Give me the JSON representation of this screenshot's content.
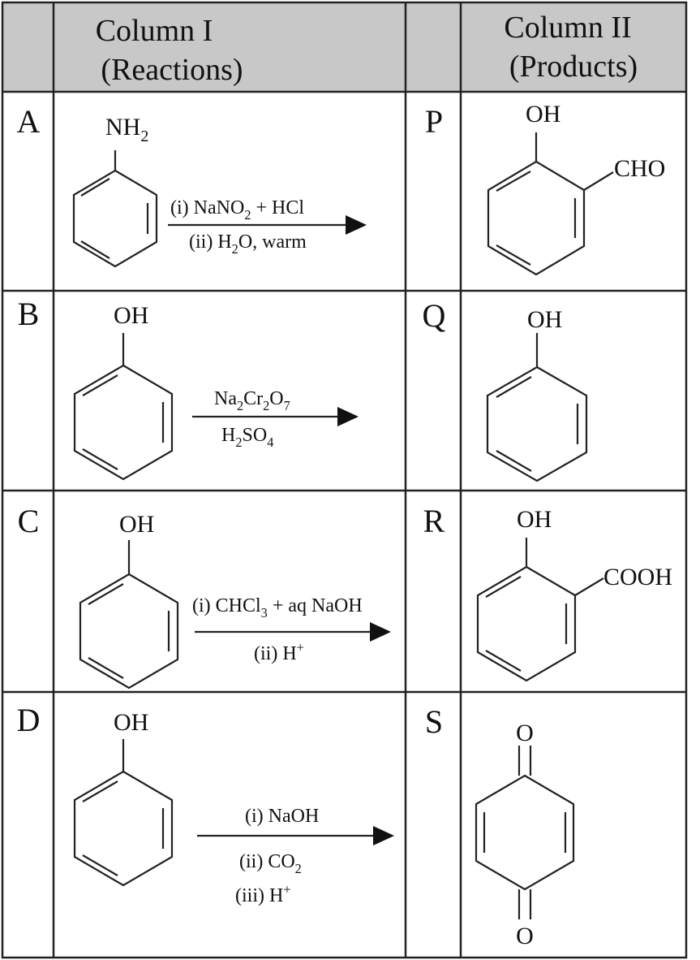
{
  "header": {
    "col1_line1": "Column I",
    "col1_line2": "(Reactions)",
    "col2_line1": "Column II",
    "col2_line2": "(Products)"
  },
  "colors": {
    "header_bg": "#c8c8c8",
    "line": "#222222"
  },
  "rows": [
    {
      "label": "A",
      "reactant_group": "NH",
      "reactant_group_sub": "2",
      "conditions_above": [
        {
          "t": "(i) NaNO"
        },
        {
          "t": "2",
          "sub": true
        },
        {
          "t": " + HCl"
        }
      ],
      "conditions_below": [
        {
          "t": "(ii) H"
        },
        {
          "t": "2",
          "sub": true
        },
        {
          "t": "O, warm"
        }
      ],
      "product_label": "P",
      "product_group_top": "OH",
      "product_group_side": "CHO"
    },
    {
      "label": "B",
      "reactant_group": "OH",
      "conditions_above": [
        {
          "t": "Na"
        },
        {
          "t": "2",
          "sub": true
        },
        {
          "t": "Cr"
        },
        {
          "t": "2",
          "sub": true
        },
        {
          "t": "O"
        },
        {
          "t": "7",
          "sub": true
        }
      ],
      "conditions_below": [
        {
          "t": "H"
        },
        {
          "t": "2",
          "sub": true
        },
        {
          "t": "SO"
        },
        {
          "t": "4",
          "sub": true
        }
      ],
      "product_label": "Q",
      "product_group_top": "OH"
    },
    {
      "label": "C",
      "reactant_group": "OH",
      "conditions_above": [
        {
          "t": "(i) CHCl"
        },
        {
          "t": "3",
          "sub": true
        },
        {
          "t": " + aq NaOH"
        }
      ],
      "conditions_below": [
        {
          "t": "(ii) H"
        },
        {
          "t": "+",
          "sup": true
        }
      ],
      "product_label": "R",
      "product_group_top": "OH",
      "product_group_side": "COOH"
    },
    {
      "label": "D",
      "reactant_group": "OH",
      "conditions_above": [
        {
          "t": "(i) NaOH"
        }
      ],
      "conditions_below": [
        {
          "t": "(ii) CO"
        },
        {
          "t": "2",
          "sub": true
        }
      ],
      "conditions_below2": [
        {
          "t": "(iii) H"
        },
        {
          "t": "+",
          "sup": true
        }
      ],
      "product_label": "S",
      "product_group_top": "O",
      "product_group_bottom": "O"
    }
  ]
}
